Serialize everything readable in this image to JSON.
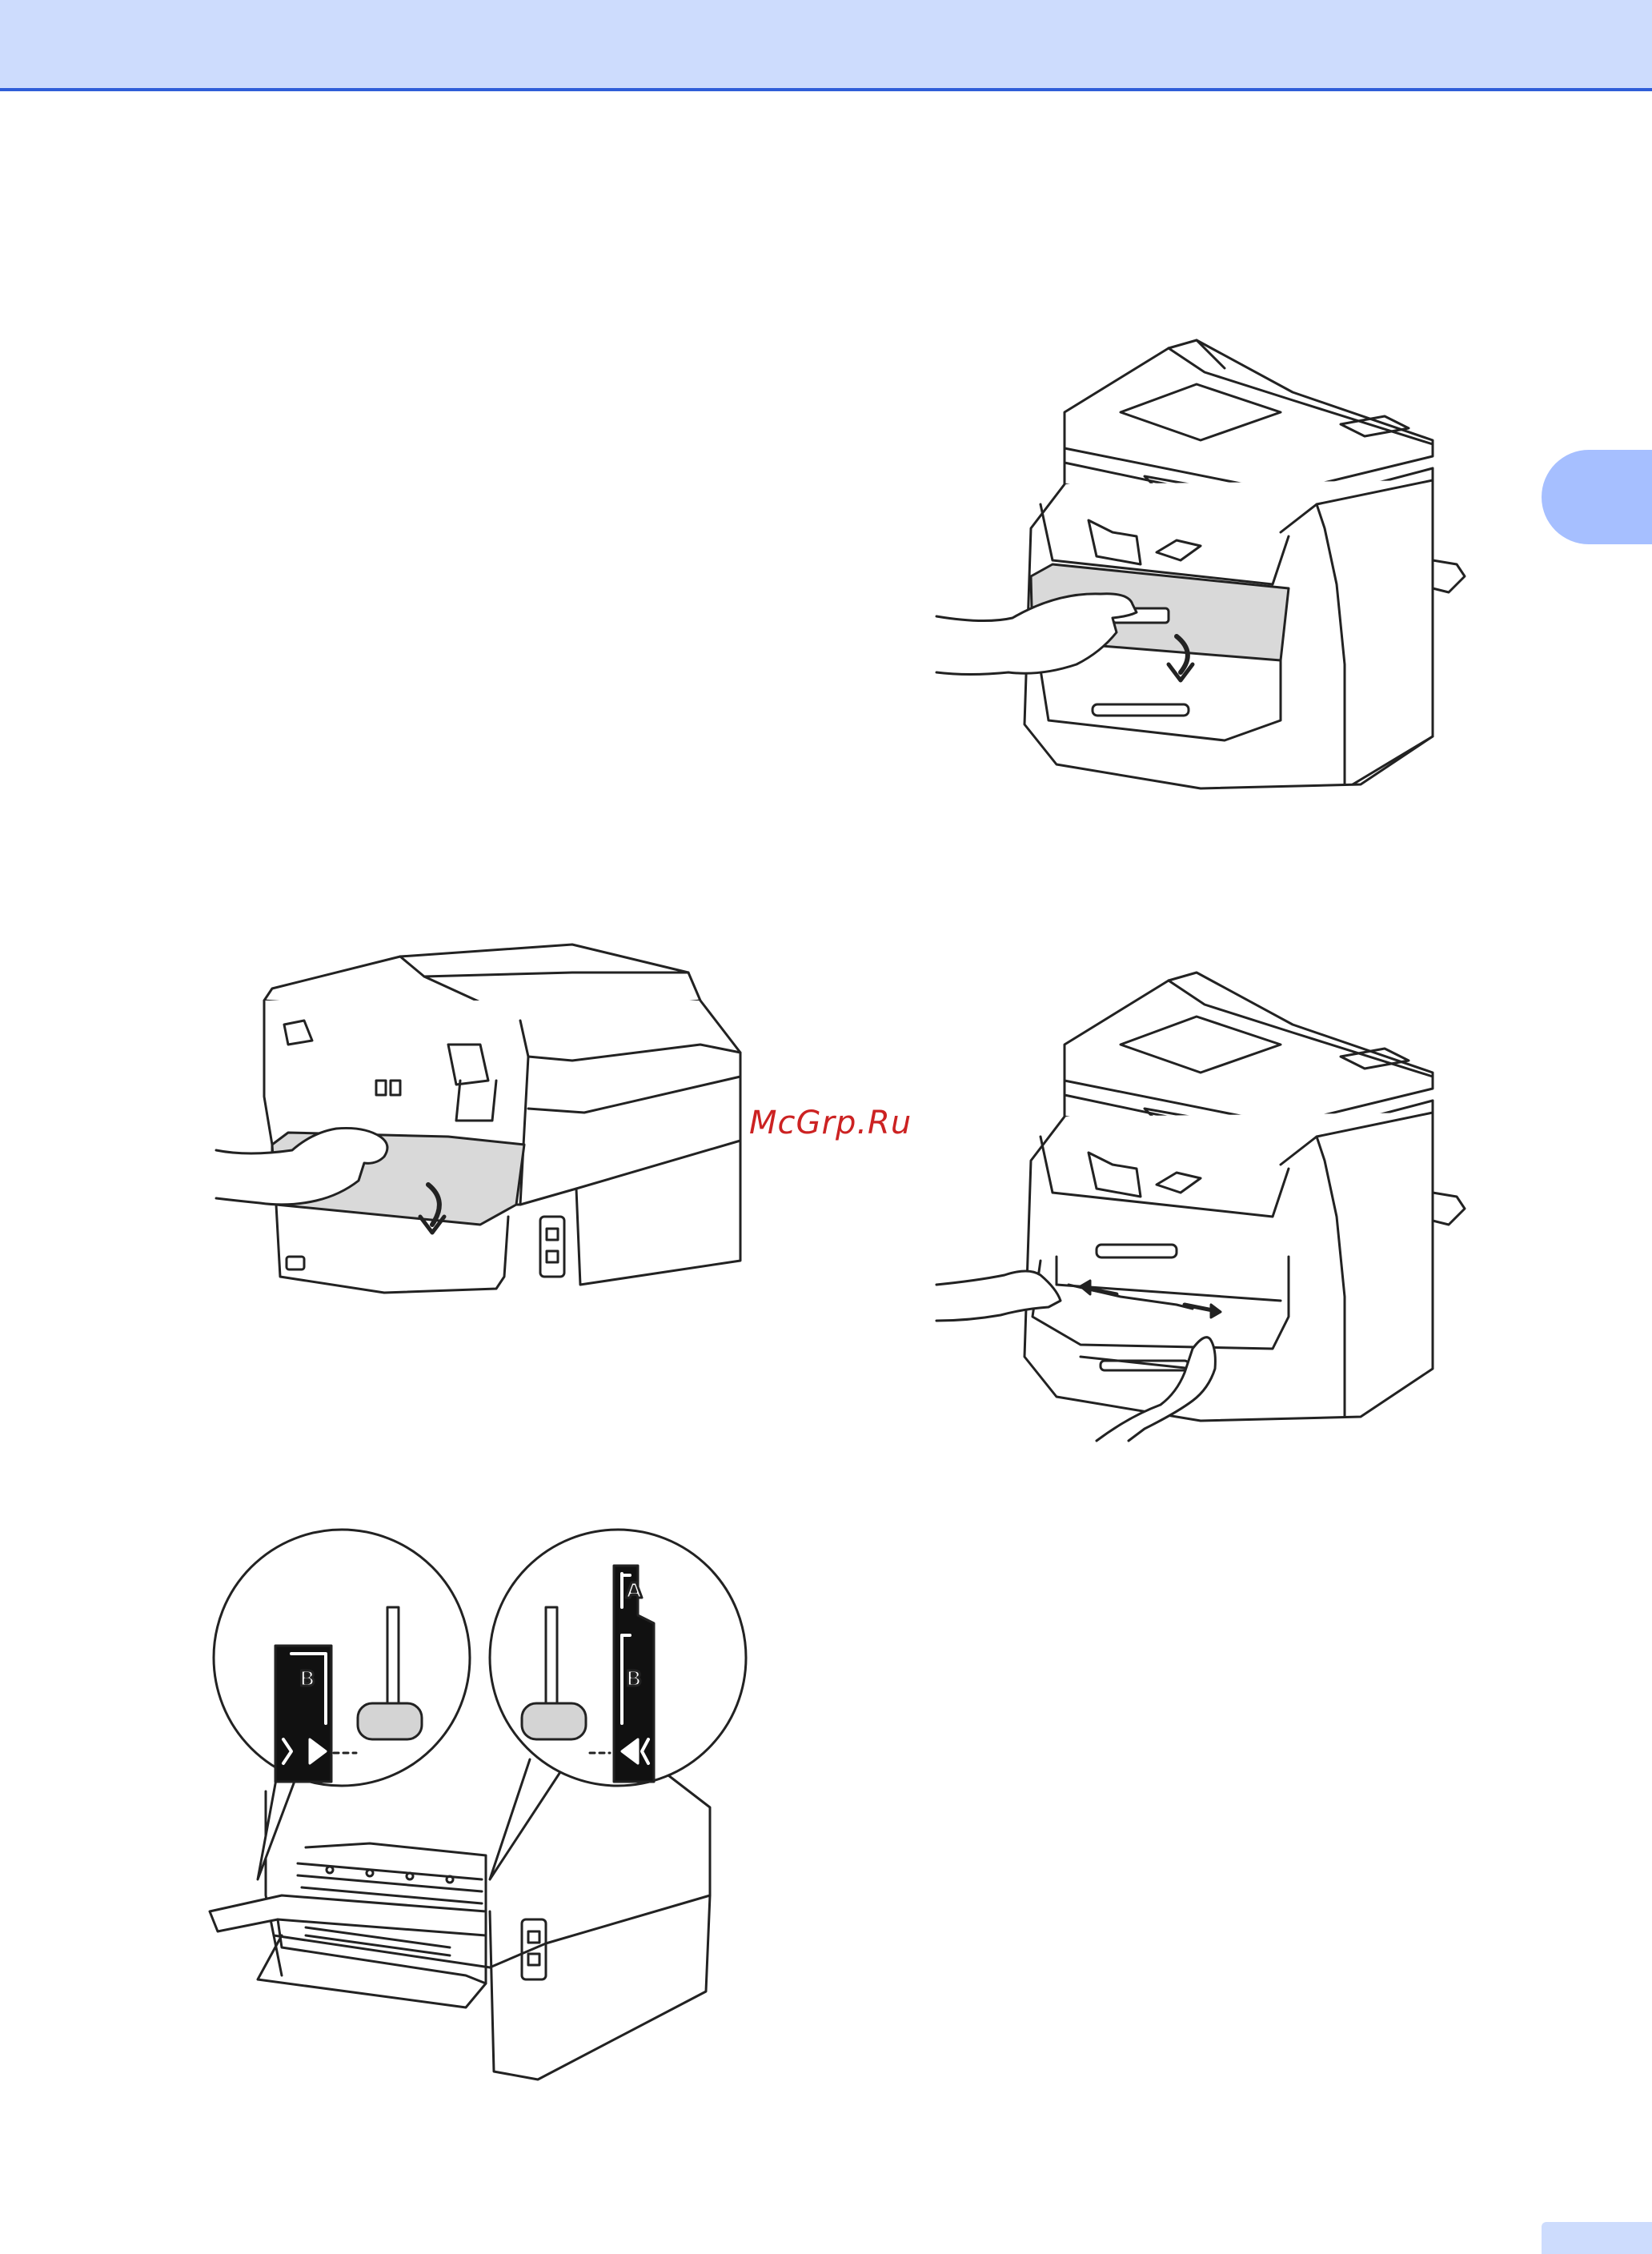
{
  "page": {
    "watermark": "McGrp.Ru"
  },
  "callouts": {
    "left_label": "B",
    "right_label_top": "A",
    "right_label_bottom": "B"
  },
  "colors": {
    "header_band": "#cddcfd",
    "header_rule": "#2f5ed8",
    "chapter_tab": "#a6bfff",
    "watermark": "#cc2222",
    "panel_gray": "#d9d9d9"
  }
}
